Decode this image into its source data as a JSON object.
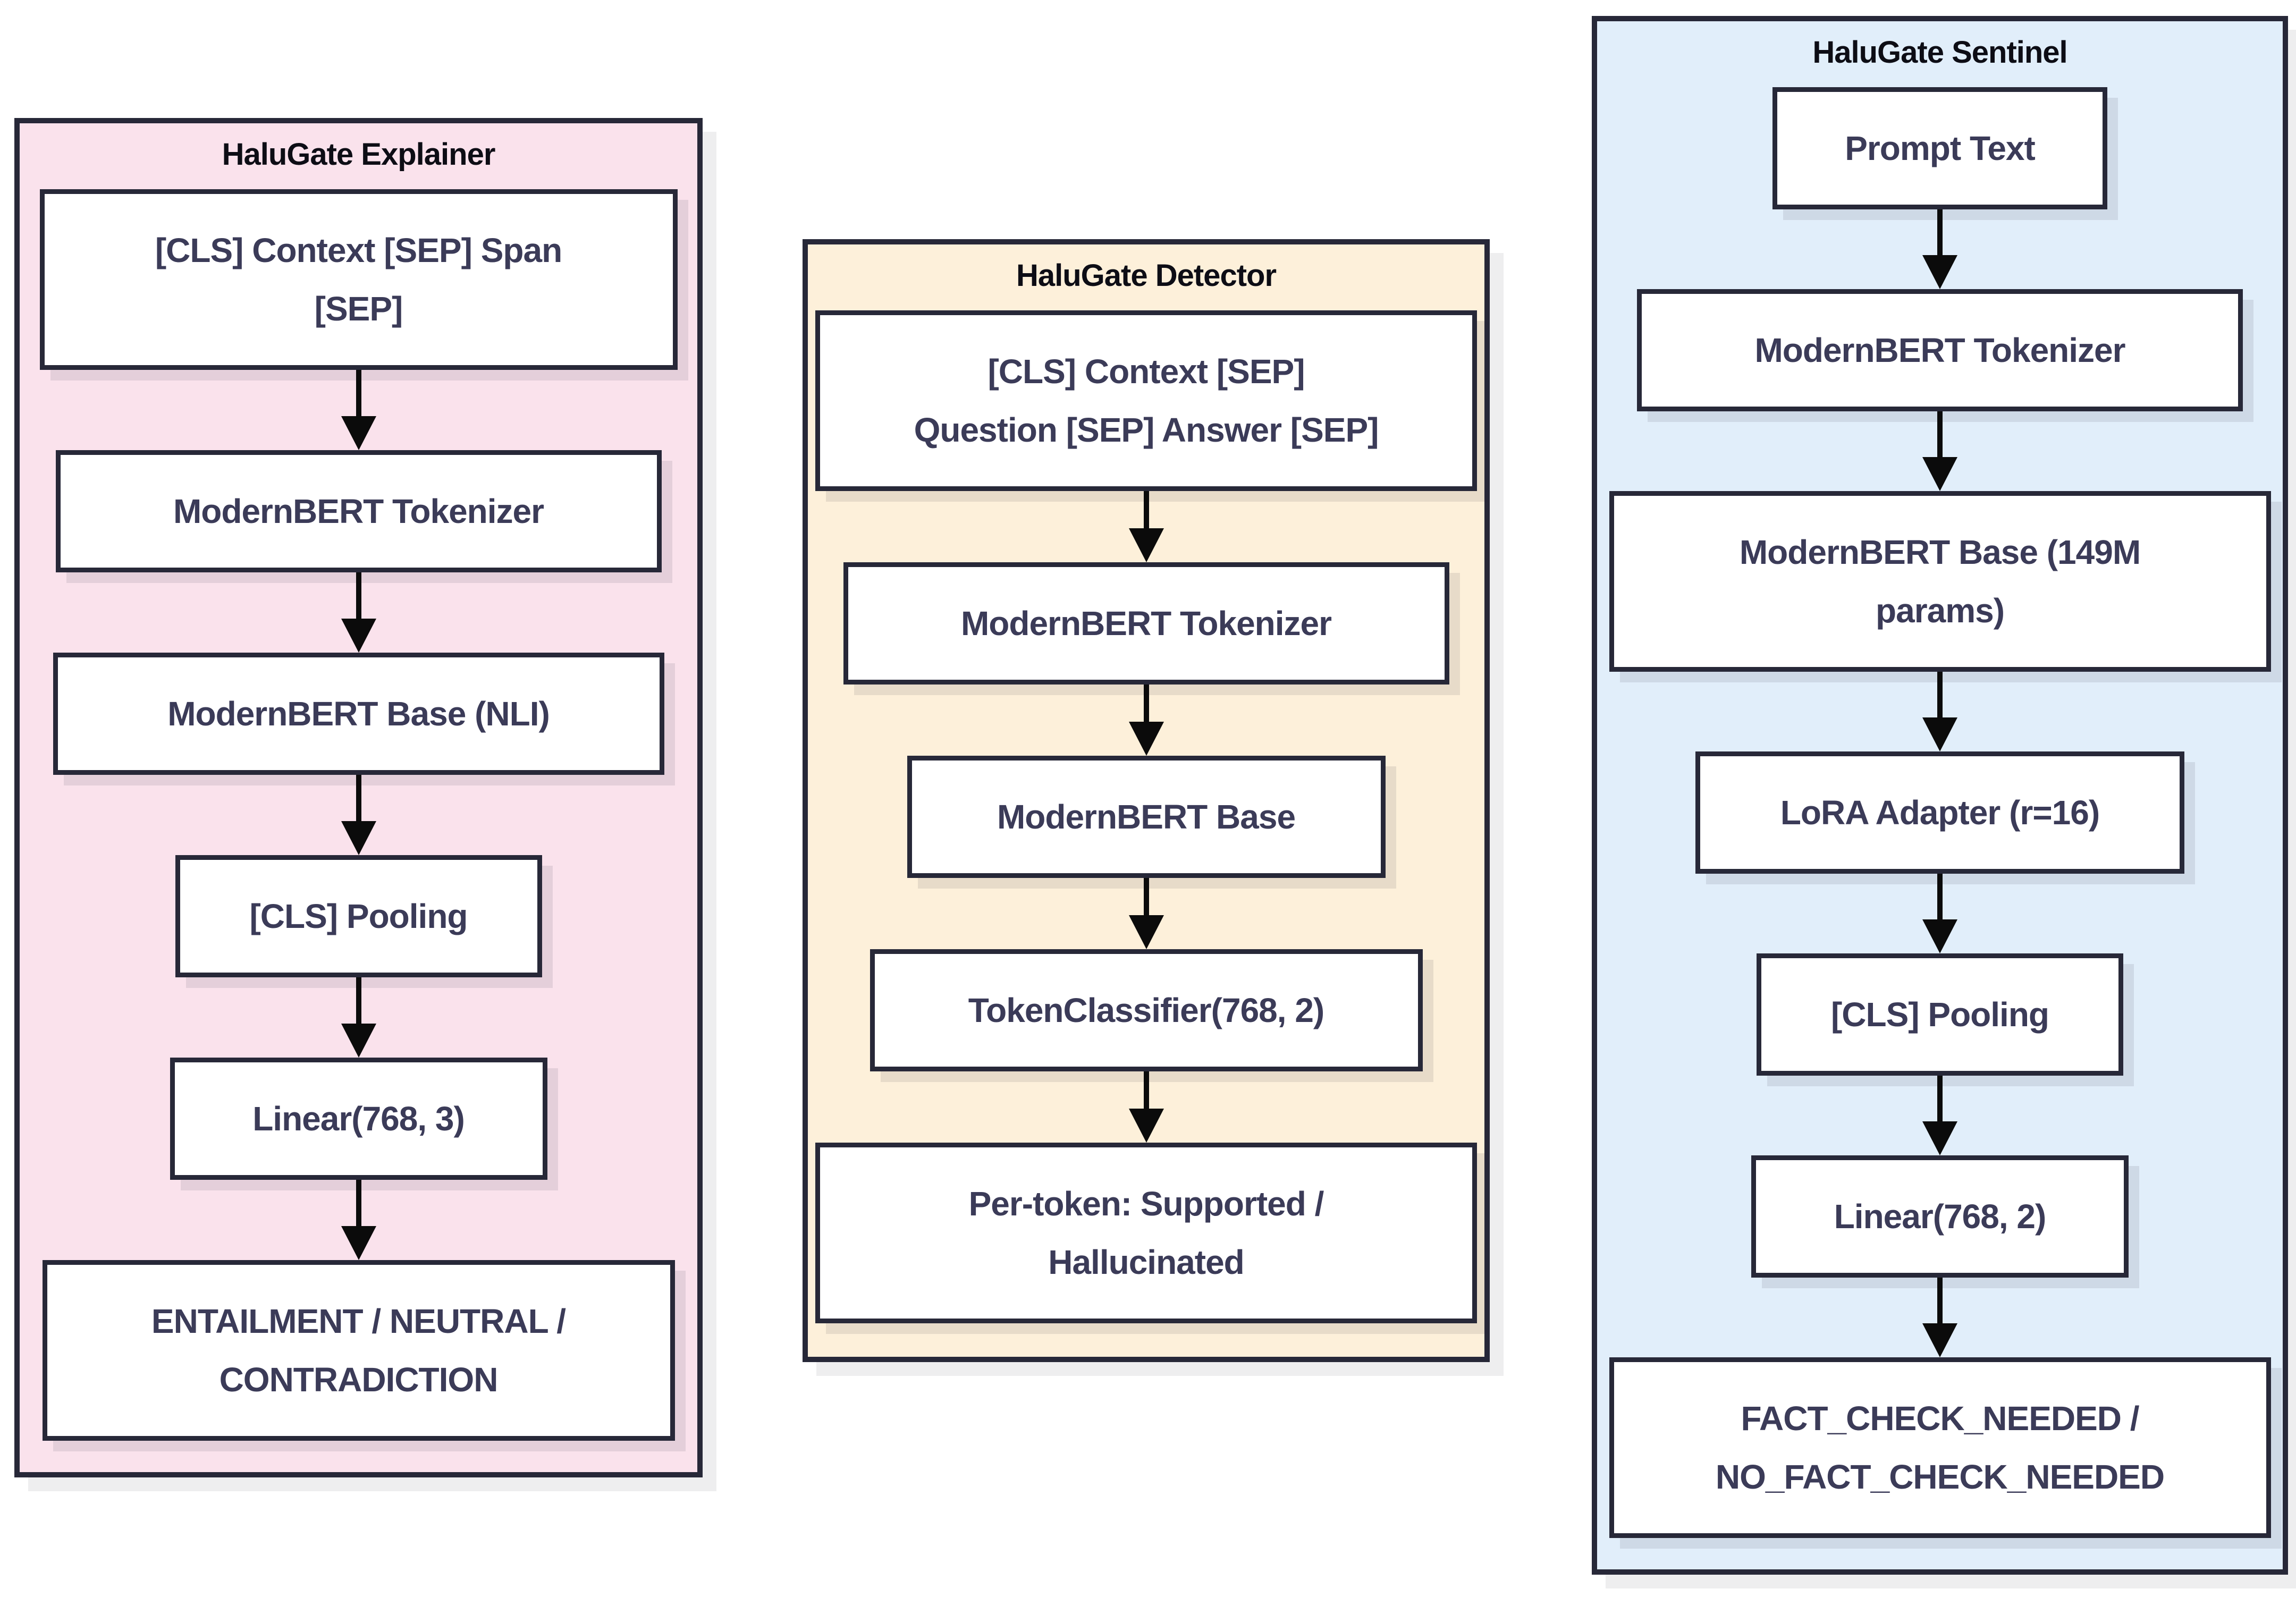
{
  "colors": {
    "page_bg": "#ffffff",
    "panel_explainer_bg": "#fae2ec",
    "panel_detector_bg": "#fdf0da",
    "panel_sentinel_bg": "#e1eefa",
    "panel_border": "#272838",
    "box_bg": "#ffffff",
    "box_border": "#272838",
    "title_text": "#0d0d15",
    "label_text": "#3b3b58",
    "arrow": "#0b0b0b"
  },
  "panels": [
    {
      "title": "HaluGate Explainer",
      "nodes": [
        {
          "label": "[CLS] Context [SEP] Span\n[SEP]"
        },
        {
          "label": "ModernBERT Tokenizer"
        },
        {
          "label": "ModernBERT Base (NLI)"
        },
        {
          "label": "[CLS] Pooling"
        },
        {
          "label": "Linear(768, 3)"
        },
        {
          "label": "ENTAILMENT / NEUTRAL /\nCONTRADICTION"
        }
      ]
    },
    {
      "title": "HaluGate Detector",
      "nodes": [
        {
          "label": "[CLS] Context [SEP]\nQuestion [SEP] Answer [SEP]"
        },
        {
          "label": "ModernBERT Tokenizer"
        },
        {
          "label": "ModernBERT Base"
        },
        {
          "label": "TokenClassifier(768, 2)"
        },
        {
          "label": "Per-token: Supported /\nHallucinated"
        }
      ]
    },
    {
      "title": "HaluGate Sentinel",
      "nodes": [
        {
          "label": "Prompt Text"
        },
        {
          "label": "ModernBERT Tokenizer"
        },
        {
          "label": "ModernBERT Base (149M\nparams)"
        },
        {
          "label": "LoRA Adapter (r=16)"
        },
        {
          "label": "[CLS] Pooling"
        },
        {
          "label": "Linear(768, 2)"
        },
        {
          "label": "FACT_CHECK_NEEDED /\nNO_FACT_CHECK_NEEDED"
        }
      ]
    }
  ]
}
